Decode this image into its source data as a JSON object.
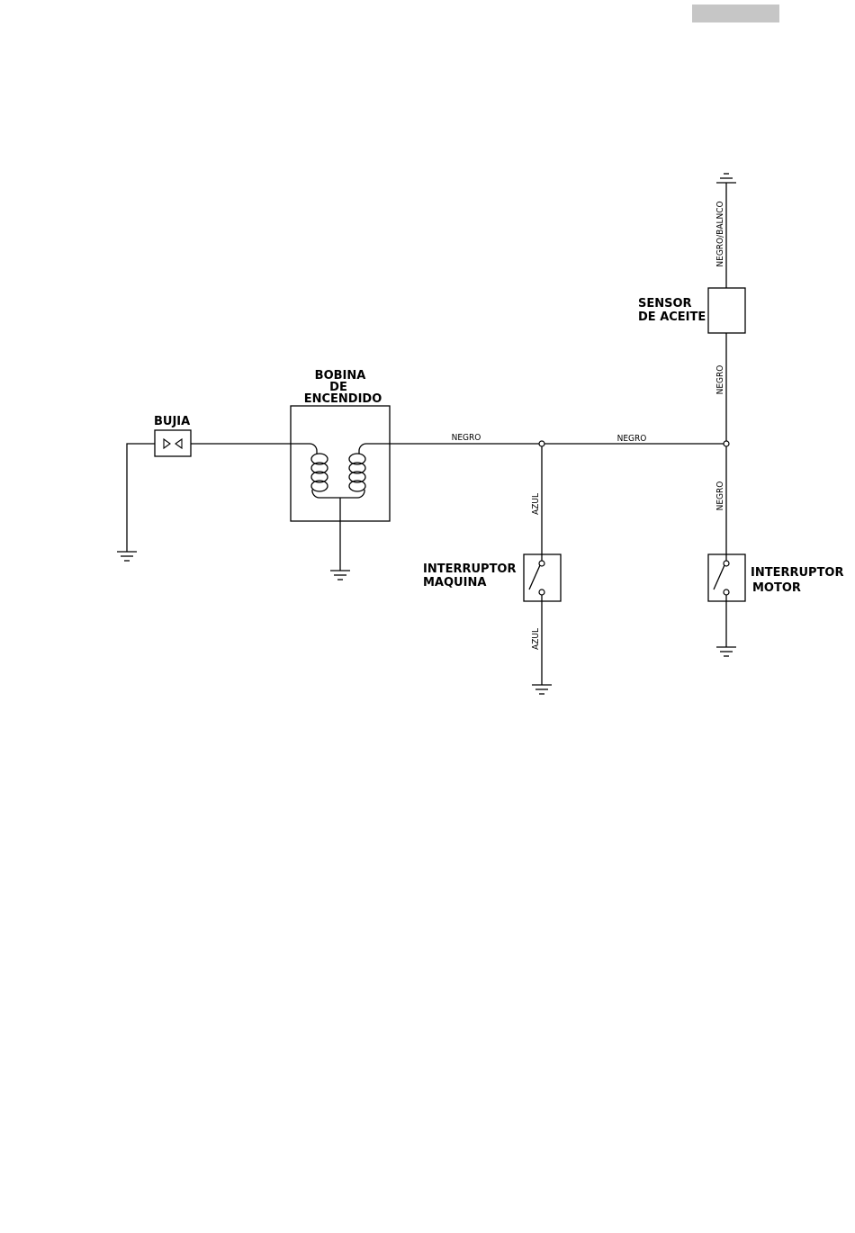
{
  "header": {
    "tab_color": "#c6c6c6"
  },
  "diagram": {
    "components": {
      "spark_plug": "BUJIA",
      "ignition_coil": [
        "BOBINA",
        "DE",
        "ENCENDIDO"
      ],
      "oil_sensor": [
        "SENSOR",
        "DE ACEITE"
      ],
      "machine_switch": [
        "INTERRUPTOR",
        "MAQUINA"
      ],
      "engine_switch": [
        "INTERRUPTOR",
        "MOTOR"
      ]
    },
    "wires": {
      "coil_to_junction": "NEGRO",
      "junction_to_junction": "NEGRO",
      "sensor_ground": "NEGRO/BALNCO",
      "sensor_to_junction": "NEGRO",
      "junction_to_engine_switch": "NEGRO",
      "junction_to_machine_switch": "AZUL",
      "machine_switch_ground": "AZUL"
    }
  }
}
